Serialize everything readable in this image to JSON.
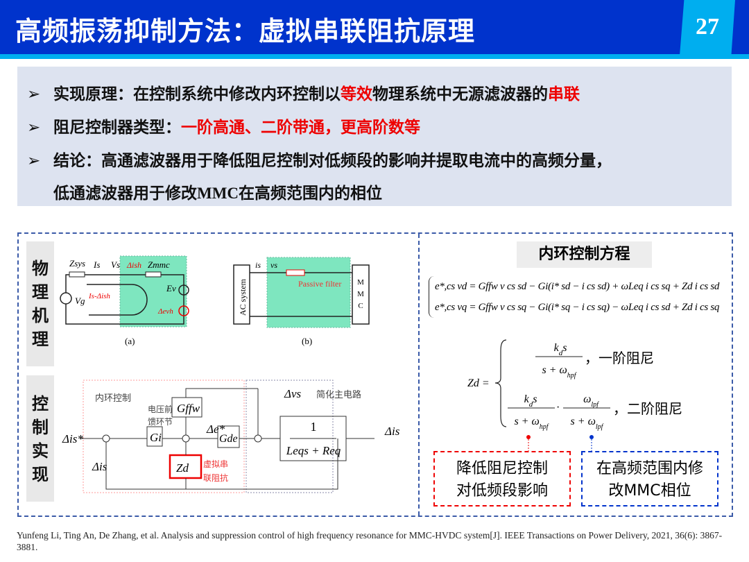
{
  "header": {
    "title": "高频振荡抑制方法：虚拟串联阻抗原理",
    "page_number": "27"
  },
  "bullets": [
    {
      "parts": [
        "实现原理：在控制系统中修改内环控制以",
        "等效",
        "物理系统中无源滤波器的",
        "串联"
      ]
    },
    {
      "parts": [
        "阻尼控制器类型：",
        "一阶高通、二阶带通，更高阶数等"
      ]
    },
    {
      "parts": [
        "结论：高通滤波器用于降低阻尼控制对低频段的影响并提取电流中的高频分量，"
      ]
    },
    {
      "parts": [
        "低通滤波器用于修改",
        "MMC",
        "在高频范围内的相位"
      ]
    }
  ],
  "left": {
    "label_physical": "物理机理",
    "label_control": "控制实现",
    "fig_a": {
      "caption": "(a)",
      "zsys": "Zsys",
      "is": "Is",
      "vs": "Vs",
      "dish": "Δish",
      "zmmc": "Zmmc",
      "vg": "Vg",
      "loop": "Is-Δish",
      "ev": "Ev",
      "devh": "Δevh"
    },
    "fig_b": {
      "caption": "(b)",
      "ac": "AC system",
      "is": "is",
      "vs": "vs",
      "filter": "Passive filter",
      "mmc": "MMC"
    },
    "control": {
      "inner": "内环控制",
      "ff": "电压前馈环节",
      "gffw": "Gffw",
      "gi": "Gi",
      "gde": "Gde",
      "zd": "Zd",
      "virtual": "虚拟串联阻抗",
      "main": "简化主电路",
      "dvs": "Δvs",
      "de": "Δe*",
      "dis_ref": "Δis*",
      "dis": "Δis",
      "plant_num": "1",
      "plant_den": "Leqs + Req"
    }
  },
  "right": {
    "title": "内环控制方程",
    "eq1": "e*,cs vd = Gffw v cs sd − Gi(i* sd − i cs sd) + ωLeq i cs sq + Zd i cs sd",
    "eq2": "e*,cs vq = Gffw v cs sq − Gi(i* sq − i cs sq) − ωLeq i cs sd + Zd i cs sq",
    "zd_label": "Zd =",
    "first_order": "，一阶阻尼",
    "second_order": "，二阶阻尼",
    "note_red": "降低阻尼控制对低频段影响",
    "note_blue": "在高频范围内修改MMC相位",
    "colors": {
      "red": "#ee0000",
      "blue": "#0033cc"
    }
  },
  "citation": "Yunfeng Li, Ting An, De Zhang, et al. Analysis and suppression control of high frequency resonance for MMC-HVDC system[J]. IEEE Transactions on Power Delivery, 2021, 36(6): 3867-3881."
}
